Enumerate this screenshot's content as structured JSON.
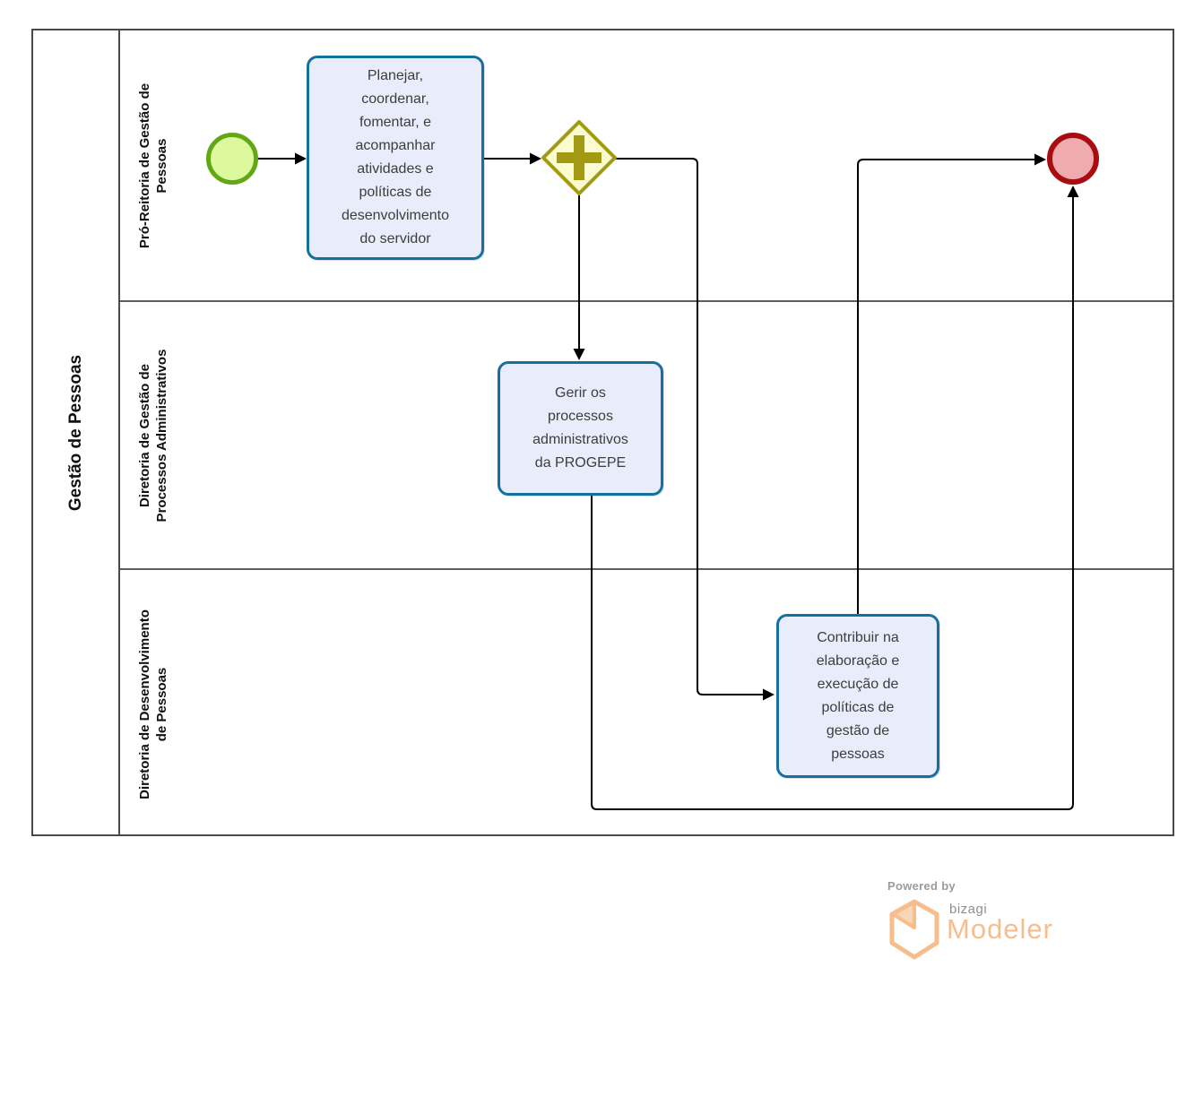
{
  "pool": {
    "label": "Gestão de Pessoas"
  },
  "lanes": [
    {
      "label": "Pró-Reitoria de Gestão de\nPessoas"
    },
    {
      "label": "Diretoria de Gestão de\nProcessos Administrativos"
    },
    {
      "label": "Diretoria de Desenvolvimento\nde Pessoas"
    }
  ],
  "nodes": {
    "start_event": {
      "type": "start-event"
    },
    "task_planejar": {
      "label": "Planejar,\ncoordenar,\nfomentar, e\nacompanhar\natividades e\npolíticas de\ndesenvolvimento\ndo servidor"
    },
    "gateway_parallel": {
      "type": "parallel-gateway"
    },
    "task_gerir": {
      "label": "Gerir os\nprocessos\nadministrativos\nda PROGEPE"
    },
    "task_contribuir": {
      "label": "Contribuir na\nelaboração e\nexecução de\npolíticas de\ngestão de\npessoas"
    },
    "end_event": {
      "type": "end-event"
    }
  },
  "edges": [
    {
      "from": "start_event",
      "to": "task_planejar"
    },
    {
      "from": "task_planejar",
      "to": "gateway_parallel"
    },
    {
      "from": "gateway_parallel",
      "to": "task_gerir"
    },
    {
      "from": "gateway_parallel",
      "to": "task_contribuir"
    },
    {
      "from": "task_gerir",
      "to": "end_event"
    },
    {
      "from": "task_contribuir",
      "to": "end_event"
    }
  ],
  "branding": {
    "powered_by": "Powered by",
    "brand": "bizagi",
    "product": "Modeler"
  },
  "colors": {
    "task_fill": "#E9EDFB",
    "task_border": "#16709E",
    "task_text": "#3D3D3D",
    "start_fill": "#DDF99E",
    "start_border": "#62A716",
    "end_fill": "#F0ABAE",
    "end_border": "#A80D12",
    "gateway_fill": "#FBFBD0",
    "gateway_border": "#A29B11",
    "flow": "#000000",
    "pool_border": "#4A4A4A",
    "lane_border": "#5E5E5E",
    "brand_orange": "#F6BE8C",
    "brand_gray": "#949494"
  }
}
